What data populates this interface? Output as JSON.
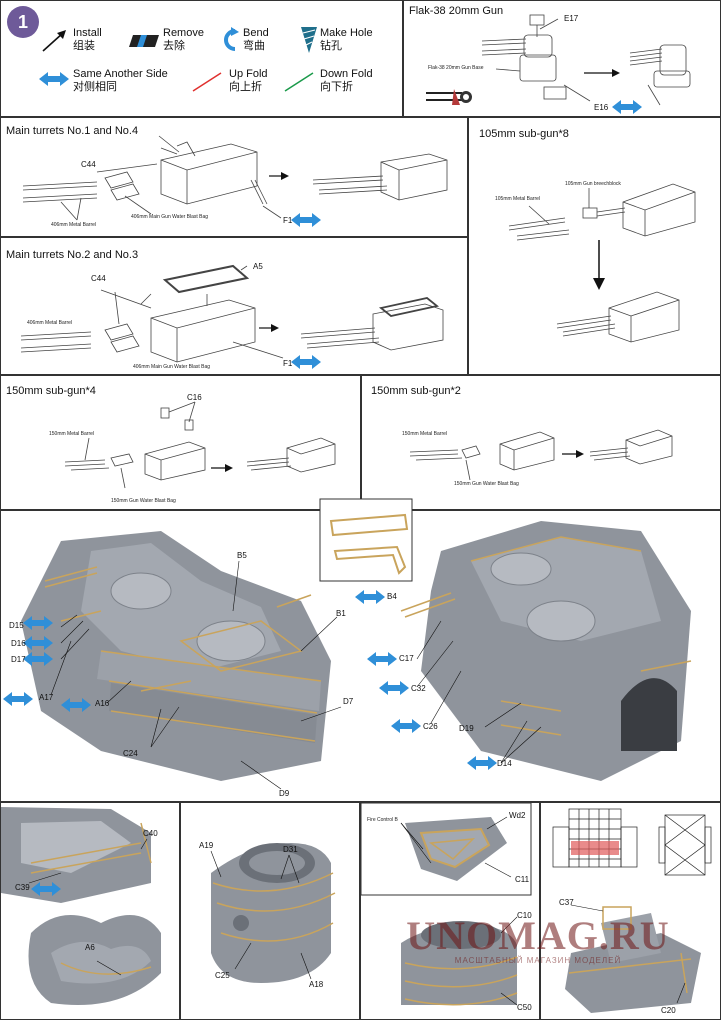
{
  "step": "1",
  "legend": {
    "install": {
      "en": "Install",
      "zh": "组装"
    },
    "remove": {
      "en": "Remove",
      "zh": "去除"
    },
    "bend": {
      "en": "Bend",
      "zh": "弯曲"
    },
    "make_hole": {
      "en": "Make Hole",
      "zh": "钻孔"
    },
    "same_side": {
      "en": "Same Another Side",
      "zh": "对侧相同"
    },
    "up_fold": {
      "en": "Up Fold",
      "zh": "向上折"
    },
    "down_fold": {
      "en": "Down Fold",
      "zh": "向下折"
    }
  },
  "flak": {
    "title": "Flak-38 20mm Gun",
    "part_e17": "E17",
    "gun_base": "Flak-38 20mm Gun Base",
    "part_e16": "E16"
  },
  "main12": {
    "title": "Main turrets No.1 and No.4",
    "c44": "C44",
    "blast_bag": "406mm Main Gun Water Blast Bag",
    "barrel": "406mm Metal Barrel",
    "f1": "F1"
  },
  "sub105": {
    "title": "105mm sub-gun*8",
    "barrel": "105mm Metal Barrel",
    "breech": "105mm Gun breechblock"
  },
  "main23": {
    "title": "Main turrets No.2 and No.3",
    "a5": "A5",
    "c44": "C44",
    "barrel": "406mm Metal Barrel",
    "blast_bag": "406mm Main Gun Water Blast Bag",
    "f1": "F1"
  },
  "sub150_4": {
    "title": "150mm sub-gun*4",
    "c16": "C16",
    "barrel": "150mm Metal Barrel",
    "blast_bag": "150mm Gun Water Blast Bag"
  },
  "sub150_2": {
    "title": "150mm sub-gun*2",
    "barrel": "150mm Metal Barrel",
    "blast_bag": "150mm Gun Water Blast Bag"
  },
  "photo_labels": {
    "b5": "B5",
    "b1": "B1",
    "d15": "D15",
    "d16": "D16",
    "d17": "D17",
    "a17": "A17",
    "a16": "A16",
    "c24": "C24",
    "d7": "D7",
    "d9": "D9",
    "b4": "B4",
    "c17": "C17",
    "c32": "C32",
    "c26": "C26",
    "d19": "D19",
    "d14": "D14",
    "c40": "C40",
    "c39": "C39",
    "a6": "A6",
    "a19": "A19",
    "d31": "D31",
    "c25": "C25",
    "a18": "A18",
    "fire_control": "Fire Control B",
    "wd2": "Wd2",
    "c11": "C11",
    "c10": "C10",
    "c50": "C50",
    "c37": "C37",
    "c20": "C20"
  },
  "watermark": {
    "brand": "UNOMAG.RU",
    "tagline": "МАСШТАБНЫЙ МАГАЗИН МОДЕЛЕЙ"
  },
  "colors": {
    "badge": "#6e5a99",
    "same_side_arrow": "#2f8fd8",
    "up_fold": "#e0302e",
    "down_fold": "#1a9a4a",
    "resin_grey": "#8f949c",
    "brass": "#c9a45c"
  }
}
